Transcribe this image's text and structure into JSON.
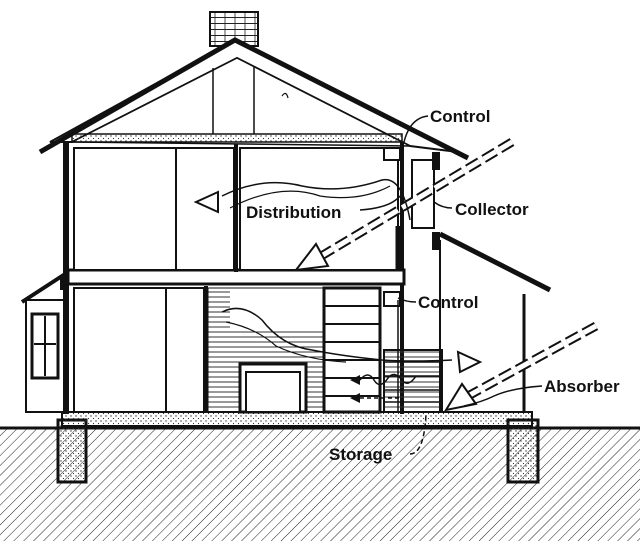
{
  "labels": {
    "control_top": "Control",
    "collector": "Collector",
    "distribution": "Distribution",
    "control_mid": "Control",
    "absorber": "Absorber",
    "storage": "Storage"
  },
  "colors": {
    "ink": "#111111",
    "paper": "#ffffff"
  }
}
